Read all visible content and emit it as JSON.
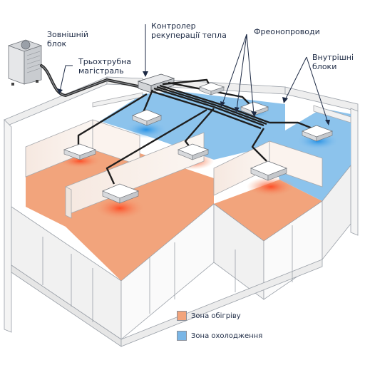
{
  "labels": {
    "outdoor_unit": "Зовнішній\nблок",
    "heat_recovery_controller": "Контролер\nрекуперації тепла",
    "refrigerant_pipes": "Фреонопроводи",
    "three_pipe_main": "Трьохтрубна\nмагістраль",
    "indoor_units": "Внутрішні\nблоки"
  },
  "legend": {
    "heating": {
      "label": "Зона обігріву",
      "color": "#f2a47c"
    },
    "cooling": {
      "label": "Зона охолодження",
      "color": "#7ab6e6"
    }
  },
  "colors": {
    "heating_zone": "#f2a47c",
    "cooling_zone": "#8cc3ec",
    "pipe": "#1f1f1f",
    "wall": "#f7f5f2",
    "text": "#1d2a44"
  }
}
